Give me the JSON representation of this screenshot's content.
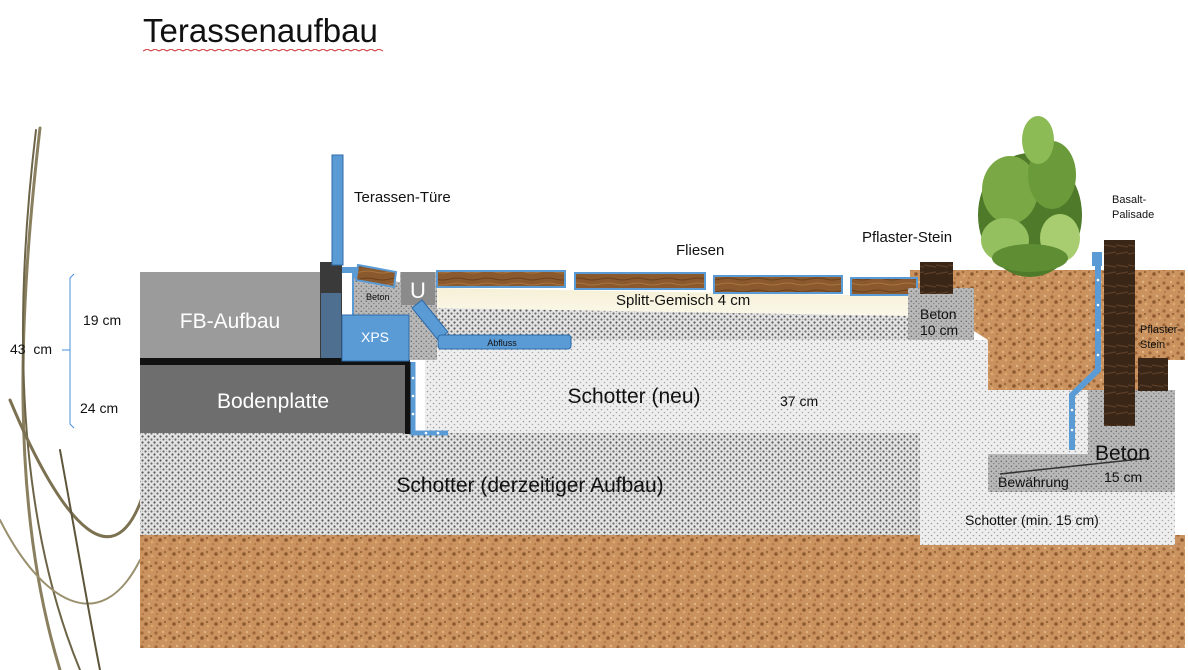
{
  "title": "Terassenaufbau",
  "labels": {
    "door": "Terassen-Türe",
    "tiles": "Fliesen",
    "paver_left": "Pflaster-Stein",
    "palisade_line1": "Basalt-",
    "palisade_line2": "Palisade",
    "paver_right_line1": "Pflaster-",
    "paver_right_line2": "Stein",
    "fb": "FB-Aufbau",
    "slab": "Bodenplatte",
    "concrete_small": "Beton",
    "u_profile": "U",
    "xps": "XPS",
    "drain": "Abfluss",
    "grit": "Splitt-Gemisch 4 cm",
    "gravel_new": "Schotter (neu)",
    "depth_37": "37 cm",
    "gravel_existing": "Schotter (derzeitiger Aufbau)",
    "concrete_mid_line1": "Beton",
    "concrete_mid_line2": "10 cm",
    "concrete_right": "Beton",
    "concrete_right_depth": "15 cm",
    "reinforcement": "Bewährung",
    "gravel_min": "Schotter (min. 15 cm)"
  },
  "dimensions": {
    "total": "43  cm",
    "upper": "19 cm",
    "lower": "24 cm"
  }
}
